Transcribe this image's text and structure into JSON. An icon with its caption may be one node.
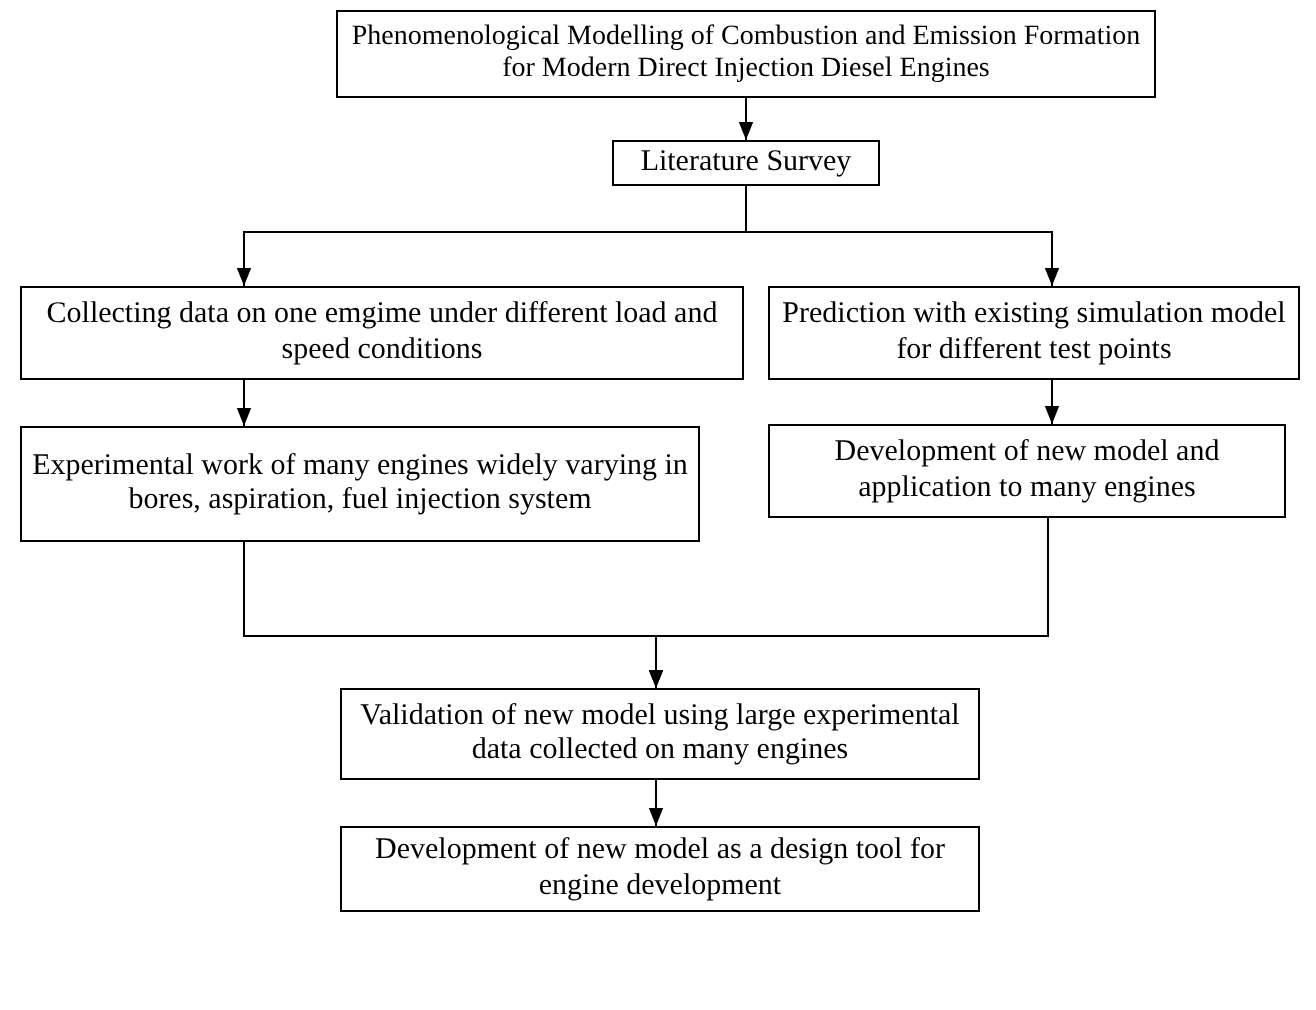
{
  "diagram": {
    "nodes": [
      {
        "text": [
          "Phenomenological Modelling of Combustion and Emission Formation for Modern Direct Injection Diesel Engines"
        ]
      },
      {
        "text": [
          "Literature Survey"
        ]
      },
      {
        "text": [
          "Collecting data on one emgime under different load and speed conditions"
        ]
      },
      {
        "text": [
          "Prediction with existing simulation model for different test points"
        ]
      },
      {
        "text": [
          "Experimental work of many engines widely varying in bores, aspiration, fuel injection system"
        ]
      },
      {
        "text": [
          "Development of new model and application to many engines"
        ]
      },
      {
        "text": [
          "Validation of new model using large experimental data collected on many engines"
        ]
      },
      {
        "text": [
          "Development of new model as a design tool for engine development"
        ]
      }
    ],
    "edges": [
      {
        "from": 0,
        "to": 1,
        "arrow": "to"
      },
      {
        "from": 1,
        "to": 2,
        "arrow": "to"
      },
      {
        "from": 1,
        "to": 3,
        "arrow": "to"
      },
      {
        "from": 2,
        "to": 4,
        "arrow": "to"
      },
      {
        "from": 3,
        "to": 5,
        "arrow": "to"
      },
      {
        "from": 4,
        "to": 6,
        "arrow": "to"
      },
      {
        "from": 5,
        "to": 6,
        "arrow": "to"
      },
      {
        "from": 6,
        "to": 7,
        "arrow": "to"
      }
    ]
  }
}
